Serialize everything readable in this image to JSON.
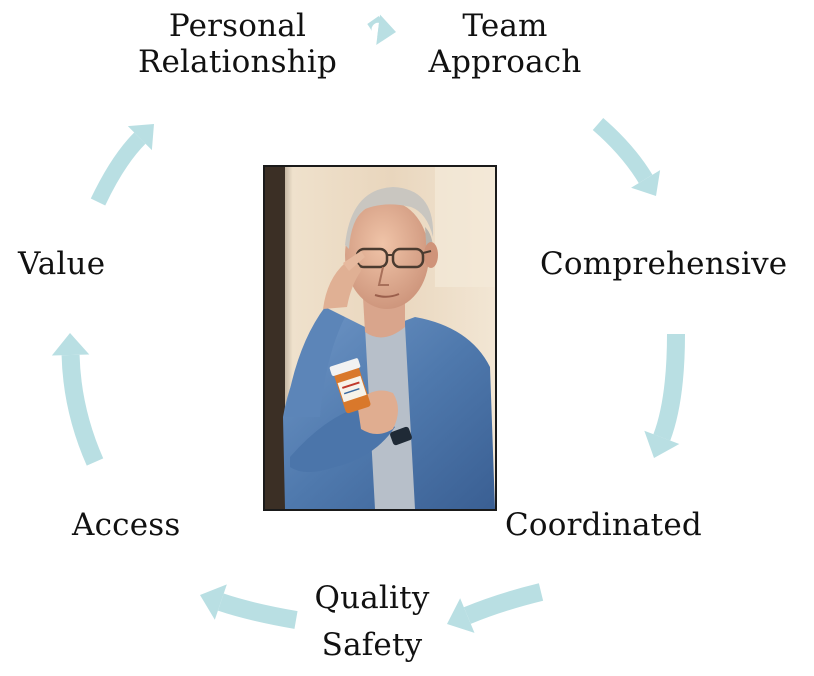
{
  "diagram": {
    "nodes": [
      {
        "id": "personal",
        "lines": [
          "Personal",
          "Relationship"
        ]
      },
      {
        "id": "team",
        "lines": [
          "Team",
          "Approach"
        ]
      },
      {
        "id": "comprehensive",
        "lines": [
          "Comprehensive"
        ]
      },
      {
        "id": "coordinated",
        "lines": [
          "Coordinated"
        ]
      },
      {
        "id": "quality",
        "lines": [
          "Quality",
          "Safety"
        ]
      },
      {
        "id": "access",
        "lines": [
          "Access"
        ]
      },
      {
        "id": "value",
        "lines": [
          "Value"
        ]
      }
    ],
    "cycle_order": [
      "personal",
      "team",
      "comprehensive",
      "coordinated",
      "quality",
      "access",
      "value"
    ],
    "arrow_color": "#b9dfe3",
    "text_color": "#111111",
    "photo": {
      "subject": "older man wearing glasses and a blue denim shirt reading a medicine bottle label"
    }
  }
}
